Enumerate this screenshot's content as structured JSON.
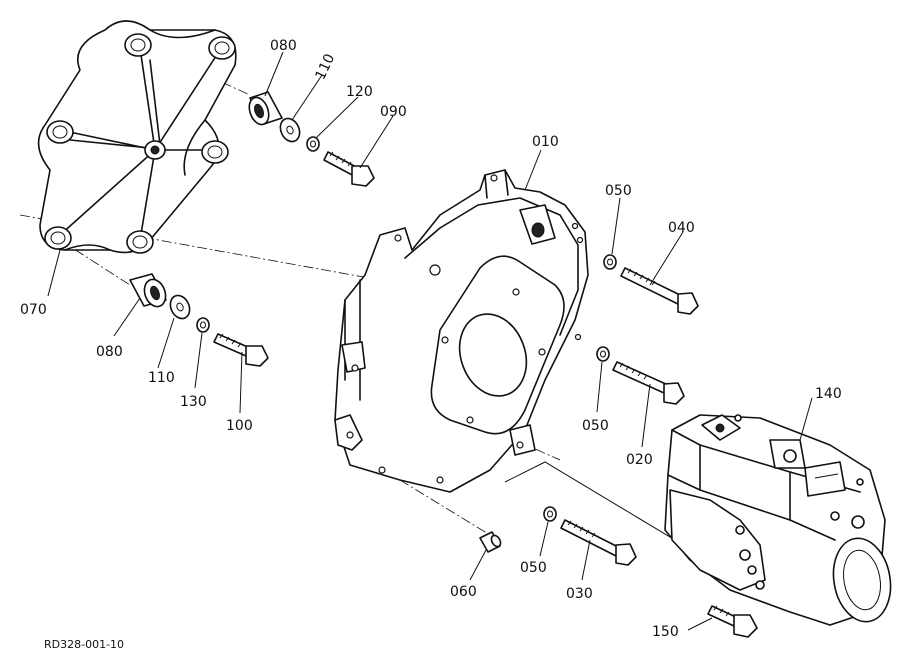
{
  "drawing": {
    "ref_code": "RD328-001-10",
    "labels": {
      "p010": "010",
      "p020": "020",
      "p030": "030",
      "p040": "040",
      "p050a": "050",
      "p050b": "050",
      "p050c": "050",
      "p060": "060",
      "p070": "070",
      "p080a": "080",
      "p080b": "080",
      "p090": "090",
      "p100": "100",
      "p110a": "110",
      "p110b": "110",
      "p120": "120",
      "p130": "130",
      "p140": "140",
      "p150": "150"
    }
  }
}
